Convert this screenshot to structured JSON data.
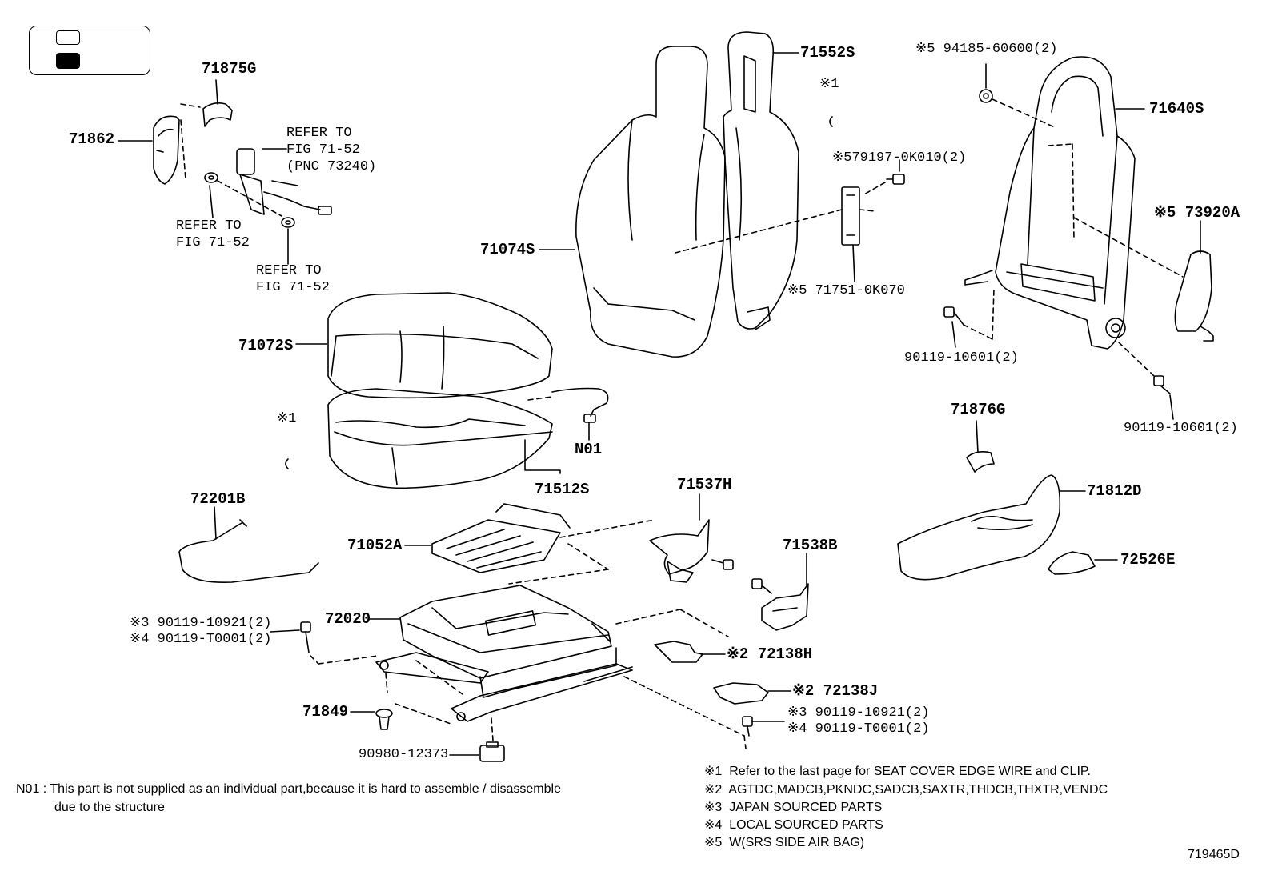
{
  "legend": {},
  "callouts": {
    "p71875G": "71875G",
    "p71862": "71862",
    "refer1": "REFER TO\nFIG 71-52\n(PNC 73240)",
    "refer2": "REFER TO\nFIG 71-52",
    "refer3": "REFER TO\nFIG 71-52",
    "p71552S": "71552S",
    "note1_top": "※1",
    "p94185": "※5 94185-60600(2)",
    "p71640S": "71640S",
    "p79197": "※579197-0K010(2)",
    "p71074S": "71074S",
    "p71751": "※5 71751-0K070",
    "p73920A": "※5 73920A",
    "p90119_10601_a": "90119-10601(2)",
    "p90119_10601_b": "90119-10601(2)",
    "p71072S": "71072S",
    "note1_left": "※1",
    "pN01": "N01",
    "p71512S": "71512S",
    "p71876G": "71876G",
    "p71812D": "71812D",
    "p72201B": "72201B",
    "p71537H": "71537H",
    "p71052A": "71052A",
    "p71538B": "71538B",
    "p72526E": "72526E",
    "p72020": "72020",
    "p90119_10921_l": "※3 90119-10921(2)",
    "p90119_T0001_l": "※4 90119-T0001(2)",
    "p72138H": "※2 72138H",
    "p72138J": "※2 72138J",
    "p90119_10921_r": "※3 90119-10921(2)",
    "p90119_T0001_r": "※4 90119-T0001(2)",
    "p71849": "71849",
    "p90980": "90980-12373"
  },
  "footnote_n01": {
    "line1": "N01 : This part is not supplied as an individual part,because it is hard to assemble / disassemble",
    "line2": "due to the structure"
  },
  "notes": [
    "※1  Refer to the last page for SEAT COVER EDGE WIRE and CLIP.",
    "※2  AGTDC,MADCB,PKNDC,SADCB,SAXTR,THDCB,THXTR,VENDC",
    "※3  JAPAN SOURCED PARTS",
    "※4  LOCAL SOURCED PARTS",
    "※5  W(SRS SIDE AIR BAG)"
  ],
  "figure_id": "719465D",
  "colors": {
    "ink": "#000000",
    "paper": "#ffffff"
  }
}
